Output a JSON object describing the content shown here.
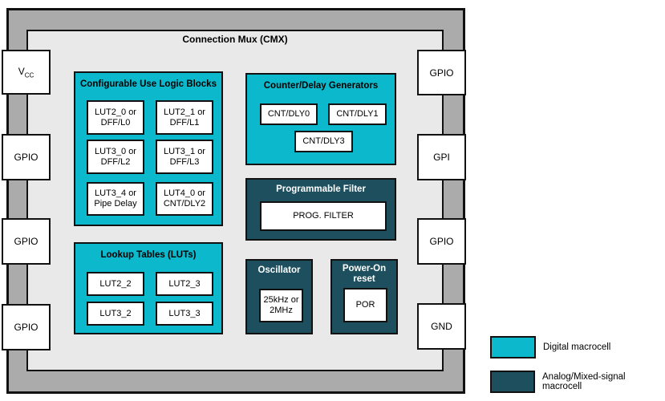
{
  "title": "Connection Mux (CMX)",
  "colors": {
    "digital_macrocell": "#0cb8cb",
    "analog_macrocell": "#1d4f5e",
    "frame": "#ababab",
    "core": "#e9e9e9",
    "cell_bg": "#ffffff",
    "border": "#111111"
  },
  "pins": {
    "left": [
      {
        "label": "V",
        "sub": "CC"
      },
      {
        "label": "GPIO"
      },
      {
        "label": "GPIO"
      },
      {
        "label": "GPIO"
      }
    ],
    "right": [
      {
        "label": "GPIO"
      },
      {
        "label": "GPI"
      },
      {
        "label": "GPIO"
      },
      {
        "label": "GND"
      }
    ]
  },
  "blocks": {
    "clb": {
      "title": "Configurable Use Logic Blocks",
      "cells": [
        "LUT2_0 or\nDFF/L0",
        "LUT2_1 or\nDFF/L1",
        "LUT3_0 or\nDFF/L2",
        "LUT3_1 or\nDFF/L3",
        "LUT3_4 or\nPipe Delay",
        "LUT4_0 or\nCNT/DLY2"
      ]
    },
    "luts": {
      "title": "Lookup Tables (LUTs)",
      "cells": [
        "LUT2_2",
        "LUT2_3",
        "LUT3_2",
        "LUT3_3"
      ]
    },
    "cnt": {
      "title": "Counter/Delay Generators",
      "cells": [
        "CNT/DLY0",
        "CNT/DLY1",
        "CNT/DLY3"
      ]
    },
    "filter": {
      "title": "Programmable Filter",
      "cells": [
        "PROG. FILTER"
      ]
    },
    "osc": {
      "title": "Oscillator",
      "cells": [
        "25kHz or\n2MHz"
      ]
    },
    "por": {
      "title": "Power-On\nreset",
      "cells": [
        "POR"
      ]
    }
  },
  "legend": [
    {
      "label": "Digital macrocell",
      "color_key": "digital_macrocell"
    },
    {
      "label": "Analog/Mixed-signal macrocell",
      "color_key": "analog_macrocell"
    }
  ]
}
